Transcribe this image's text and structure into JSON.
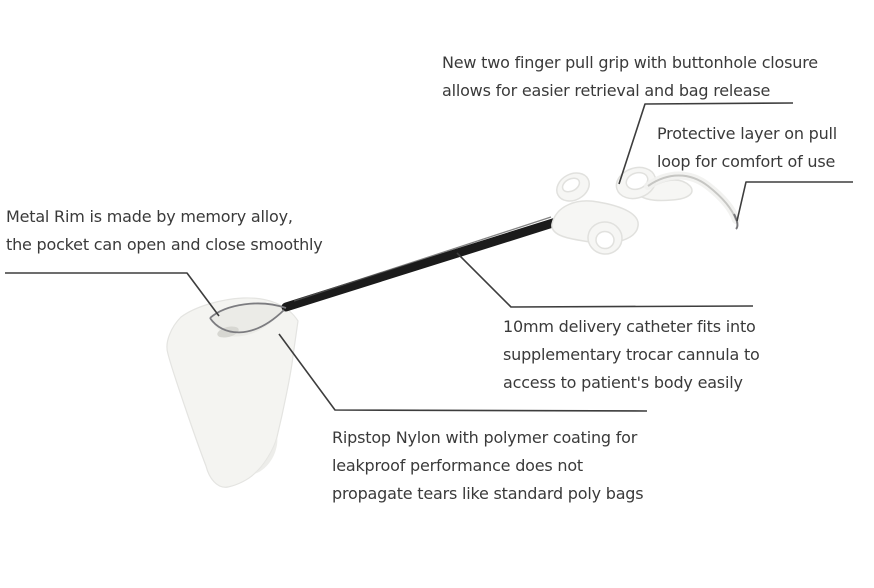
{
  "title": "Specimen retrieval bag product feature diagram",
  "colors": {
    "background": "#ffffff",
    "text": "#3a3a3a",
    "leader_line": "#3d3d3d",
    "catheter": "#1b1b1b",
    "catheter_highlight": "#5a5a5a",
    "bag_fill": "#f4f4f1",
    "bag_edge": "#e4e4e1",
    "bag_opening": "#ebebe7",
    "rim_wire": "#7c7c80",
    "grip_fill": "#f6f6f4",
    "grip_edge": "#e1e1de",
    "cord": "#c6c6c3",
    "cord_sleeve": "#f1f1ee"
  },
  "device": {
    "label": "Specimen retrieval bag with delivery catheter",
    "parts": {
      "bag": "specimen pouch",
      "rim": "metal rim",
      "catheter": "delivery catheter",
      "grip": "two finger pull grip",
      "cord": "pull loop"
    }
  },
  "annotations": {
    "pull_grip": {
      "lines": [
        "New two finger pull grip with buttonhole closure",
        "allows for easier retrieval and bag release"
      ]
    },
    "protective_layer": {
      "lines": [
        "Protective layer on pull",
        "loop for comfort of use"
      ]
    },
    "metal_rim": {
      "lines": [
        "Metal Rim is made by memory alloy,",
        "the pocket can open and close smoothly"
      ]
    },
    "catheter": {
      "lines": [
        "10mm delivery catheter fits into",
        "supplementary trocar cannula to",
        "access to patient's body easily"
      ]
    },
    "bag_material": {
      "lines": [
        "Ripstop Nylon with polymer coating for",
        "leakproof performance does not",
        "propagate tears like standard poly bags"
      ]
    }
  }
}
